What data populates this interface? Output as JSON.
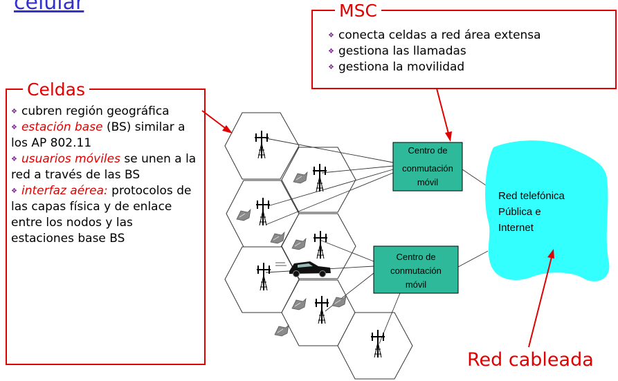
{
  "title": "celular",
  "msc": {
    "heading": "MSC",
    "items": [
      "conecta celdas a red área extensa",
      "gestiona las llamadas",
      "gestiona la movilidad"
    ]
  },
  "celdas": {
    "heading": "Celdas",
    "items": [
      {
        "em": "",
        "text": "cubren región geográfica"
      },
      {
        "em": "estación base",
        "text": " (BS) similar a los AP 802.11"
      },
      {
        "em": "usuarios móviles",
        "text": " se unen a la red a través de las BS"
      },
      {
        "em": "interfaz aérea:",
        "text": " protocolos de las capas física y de enlace entre los nodos y las estaciones base BS"
      }
    ]
  },
  "switch_center_1": {
    "line1": "Centro de",
    "line2": "conmutación",
    "line3": "móvil"
  },
  "switch_center_2": {
    "line1": "Centro de",
    "line2": "conmutación",
    "line3": "móvil"
  },
  "cloud": {
    "line1": "Red telefónica",
    "line2": "Pública e",
    "line3": "Internet"
  },
  "wired_label": "Red cableada",
  "colors": {
    "box_border": "#e00000",
    "switch_fill": "#2eb99a",
    "cloud_fill": "#33ffff",
    "title": "#3333cc"
  }
}
